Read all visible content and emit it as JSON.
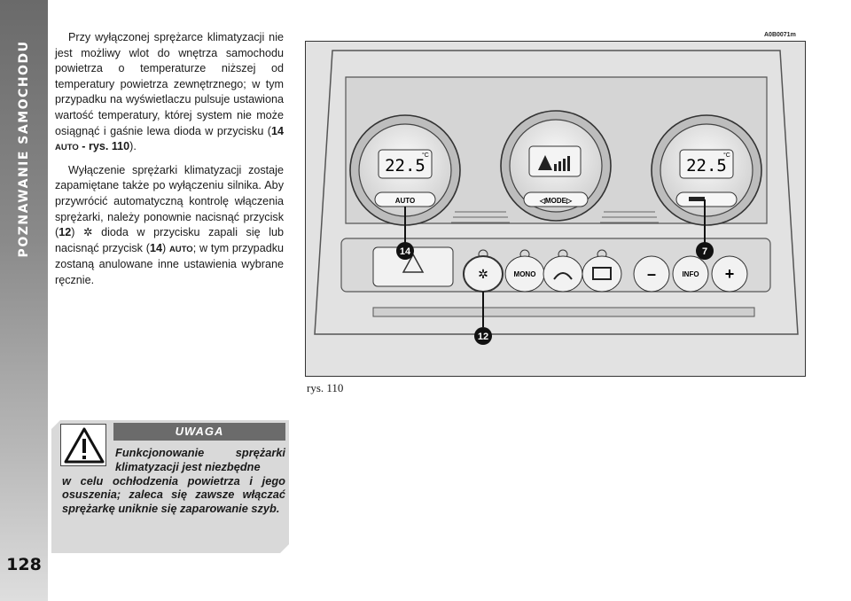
{
  "sidebar": {
    "section_title": "POZNAWANIE SAMOCHODU",
    "page_number": "128"
  },
  "body": {
    "p1": "Przy wyłączonej sprężarce klimatyzacji nie jest możliwy wlot do wnętrza samochodu powietrza o temperaturze niższej od temperatury powietrza zewnętrznego; w tym przypadku na wyświetlaczu pulsuje ustawiona wartość temperatury, której system nie może osiągnąć i gaśnie lewa dioda w przycisku (",
    "p1_ref_num": "14",
    "p1_ref_auto": "AUTO",
    "p1_ref_fig": " - rys. 110",
    "p1_end": ").",
    "p2a": "Wyłączenie sprężarki klimatyzacji zostaje zapamiętane także po wyłączeniu silnika. Aby przywrócić automatyczną kontrolę włączenia sprężarki, należy ponownie nacisnąć przycisk (",
    "p2_ref12": "12",
    "p2b": ") ",
    "p2c": " dioda w przycisku zapali się lub nacisnąć przycisk (",
    "p2_ref14": "14",
    "p2_auto": "AUTO",
    "p2d": "; w tym przypadku zostaną anulowane inne ustawienia wybrane ręcznie."
  },
  "figure": {
    "code": "A0B0071m",
    "caption": "rys. 110",
    "left_display": "22.5",
    "right_display": "22.5",
    "unit": "°C",
    "auto_label": "AUTO",
    "mode_label": "◁MODE▷",
    "mono_label": "MONO",
    "info_label": "INFO",
    "minus_label": "–",
    "plus_label": "+",
    "callouts": [
      "14",
      "7",
      "12"
    ]
  },
  "warning": {
    "title": "UWAGA",
    "line_a": "Funkcjonowanie sprężarki klimatyzacji jest niezbędne",
    "line_b": "w celu ochłodzenia powietrza i jego osuszenia; zaleca się zawsze włączać sprężarkę uniknie się zaparowanie szyb."
  }
}
